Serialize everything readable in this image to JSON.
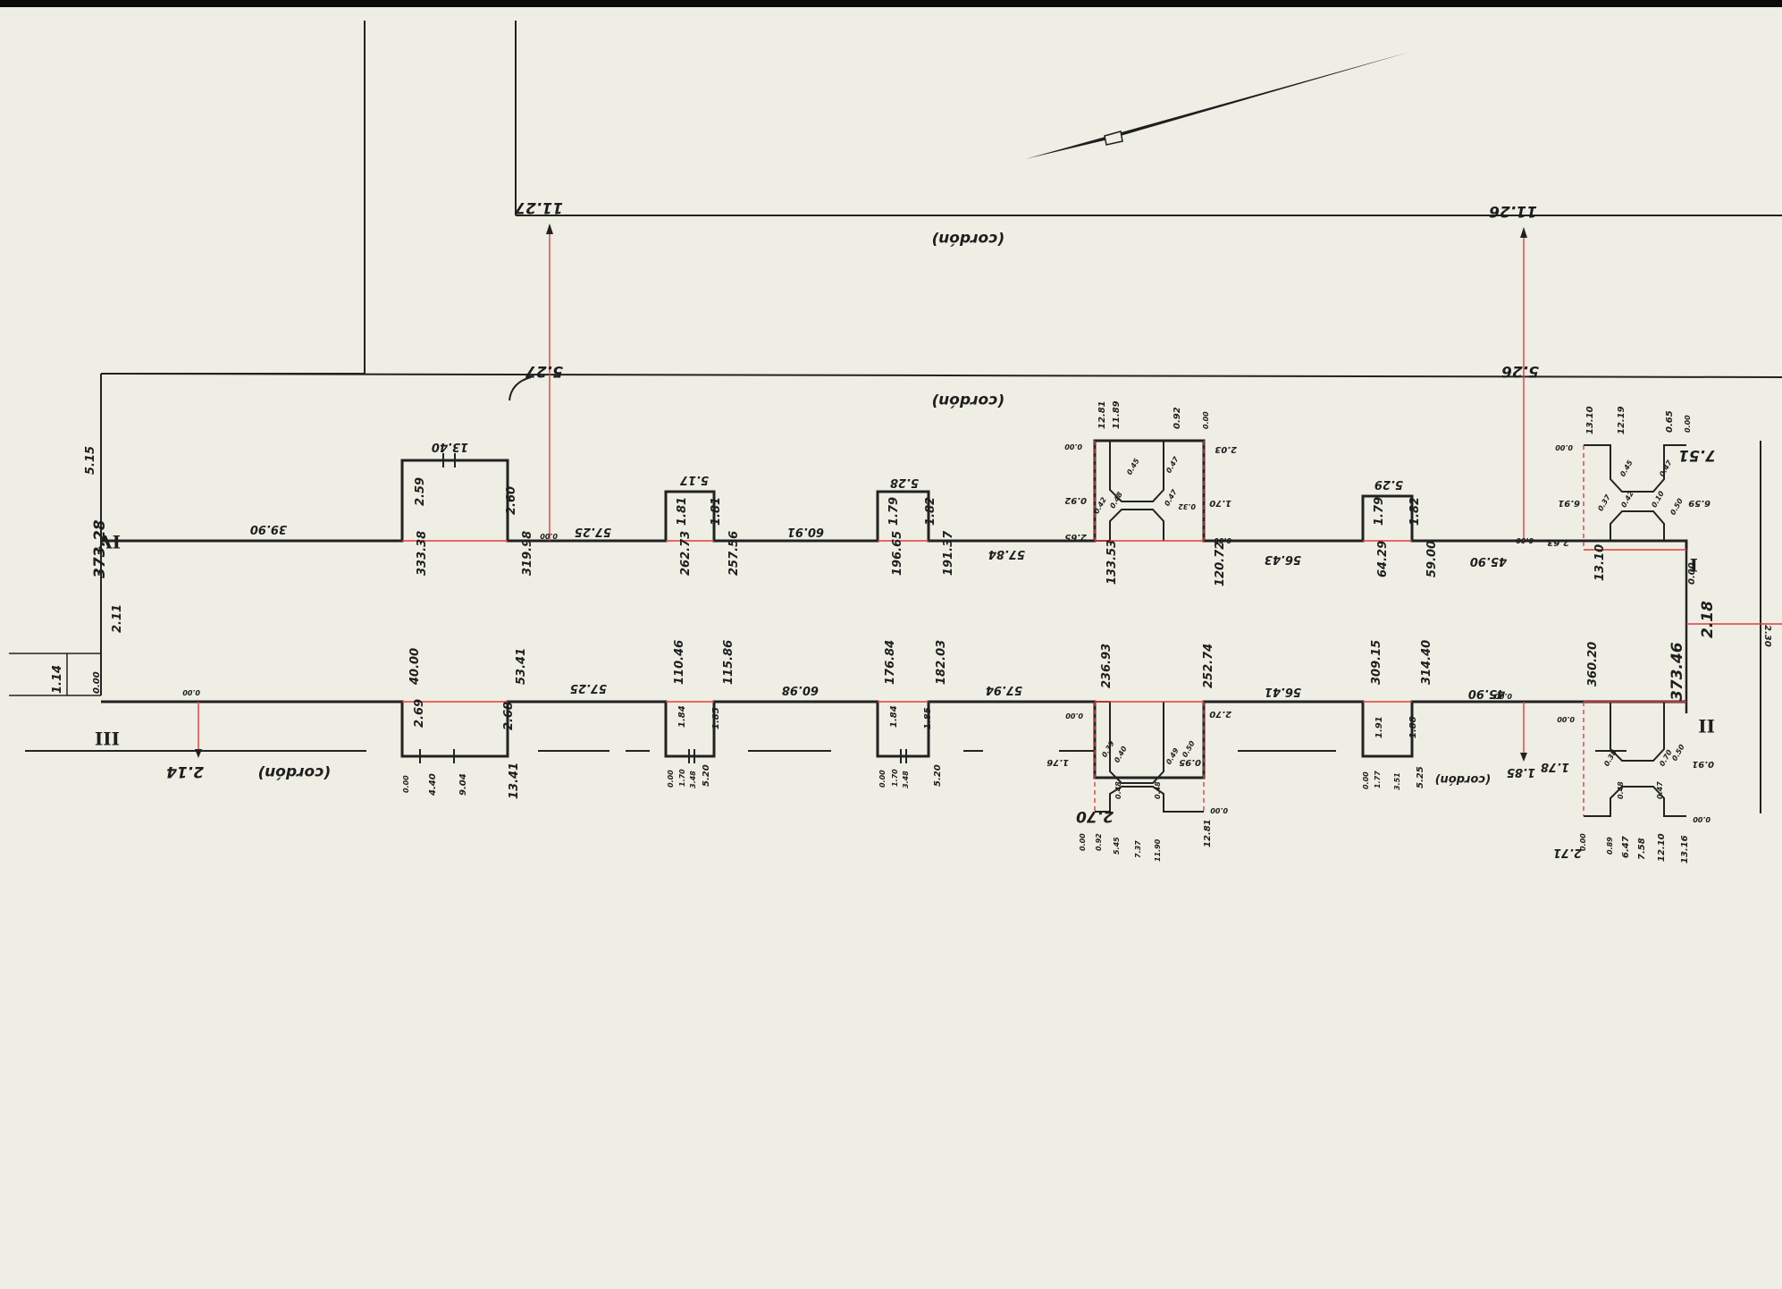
{
  "sheet": {
    "kind": "survey-plan",
    "paper_color": "#eeeee4",
    "ink_color": "#1e1e1e",
    "red_ink": "#e23a3a"
  },
  "stations": {
    "I": "I",
    "II": "II",
    "III": "III",
    "IV": "IV"
  },
  "curb": {
    "label": "(cordón)"
  },
  "offsets": {
    "top_left": "11.27",
    "top_right": "11.26",
    "mid_left": "5.27",
    "mid_right": "5.26",
    "bottom_left": "2.14",
    "left_small": "1.14",
    "right_small": "2.30",
    "left_vertical": "5.15",
    "top_zero": "0.00"
  },
  "top_line": {
    "start_label": "373.28",
    "end_label": "7.51",
    "segments": [
      "39.90",
      "57.25",
      "60.91",
      "57.84",
      "56.43",
      "45.90"
    ],
    "chainages": [
      "333.38",
      "319.98",
      "262.73",
      "257.56",
      "196.65",
      "191.37",
      "133.53",
      "120.72",
      "64.29",
      "59.00",
      "13.10",
      "0.00"
    ],
    "notches": [
      {
        "left": "2.59",
        "right": "2.60",
        "width": "13.40"
      },
      {
        "left": "1.81",
        "right": "1.81",
        "width": "5.17"
      },
      {
        "left": "1.79",
        "right": "1.82",
        "width": "5.28"
      },
      {
        "left": "1.79",
        "right": "1.82",
        "width": "5.29"
      }
    ],
    "corners": [
      {
        "values": [
          "12.81",
          "11.89",
          "0.92",
          "0.00",
          "0.00",
          "0.45",
          "0.47",
          "2.03",
          "0.92",
          "0.42",
          "0.48",
          "0.47",
          "1.70",
          "0.32",
          "2.65",
          "0.00"
        ]
      },
      {
        "values": [
          "13.10",
          "12.19",
          "0.65",
          "0.00",
          "0.00",
          "0.45",
          "0.47",
          "6.59",
          "6.91",
          "0.37",
          "0.42",
          "0.10",
          "0.50",
          "2.63",
          "0.00"
        ]
      }
    ]
  },
  "bottom_line": {
    "start_label": "0.00",
    "end_label": "373.46",
    "segments": [
      "57.25",
      "60.98",
      "57.94",
      "56.41",
      "45.90"
    ],
    "chainages": [
      "40.00",
      "53.41",
      "110.46",
      "115.86",
      "176.84",
      "182.03",
      "236.93",
      "252.74",
      "309.15",
      "314.40",
      "360.20"
    ],
    "width_right": "2.18",
    "width_left": "2.11",
    "notches": [
      {
        "left": "2.69",
        "right": "2.68",
        "ticks": [
          "0.00",
          "4.40",
          "9.04",
          "13.41"
        ]
      },
      {
        "left": "1.84",
        "right": "1.85",
        "ticks": [
          "0.00",
          "1.70",
          "3.48",
          "5.20"
        ]
      },
      {
        "left": "1.84",
        "right": "1.85",
        "ticks": [
          "0.00",
          "1.70",
          "3.48",
          "5.20"
        ]
      },
      {
        "left": "1.91",
        "right": "1.88",
        "ticks": [
          "0.00",
          "1.77",
          "3.51",
          "5.25"
        ]
      }
    ],
    "corners": [
      {
        "values": [
          "0.00",
          "2.70",
          "0.39",
          "0.40",
          "0.48",
          "0.48",
          "0.49",
          "0.50",
          "1.76",
          "0.95",
          "2.70",
          "0.00",
          "0.92",
          "5.45",
          "7.37",
          "11.90",
          "12.81",
          "0.00"
        ]
      },
      {
        "values": [
          "0.00",
          "1.78",
          "0.38",
          "0.48",
          "0.47",
          "0.70",
          "0.50",
          "0.91",
          "2.71",
          "0.00",
          "0.89",
          "6.47",
          "7.58",
          "12.10",
          "13.16",
          "0.00"
        ]
      }
    ],
    "extra": [
      "1.85",
      "0.00"
    ]
  }
}
